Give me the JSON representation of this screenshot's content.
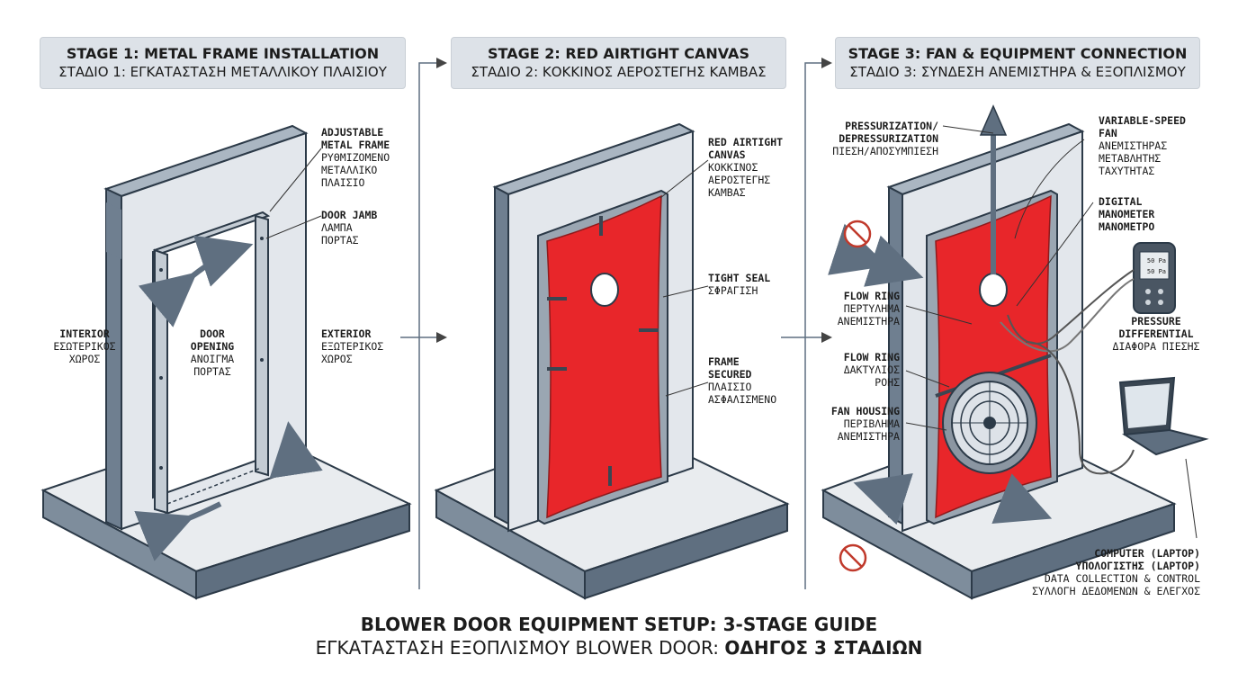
{
  "stages": [
    {
      "title_en": "STAGE 1: METAL FRAME INSTALLATION",
      "title_gr": "ΣΤΑΔΙΟ 1: ΕΓΚΑΤΑΣΤΑΣΗ ΜΕΤΑΛΛΙΚΟΥ ΠΛΑΙΣΙΟΥ"
    },
    {
      "title_en": "STAGE 2: RED AIRTIGHT CANVAS",
      "title_gr": "ΣΤΑΔΙΟ 2: ΚΟΚΚΙΝΟΣ ΑΕΡΟΣΤΕΓΗΣ ΚΑΜΒΑΣ"
    },
    {
      "title_en": "STAGE 3: FAN & EQUIPMENT CONNECTION",
      "title_gr": "ΣΤΑΔΙΟ 3: ΣΥΝΔΕΣΗ ΑΝΕΜΙΣΤΗΡΑ & ΕΞΟΠΛΙΣΜΟΥ"
    }
  ],
  "labels": {
    "frame": {
      "en": "ADJUSTABLE\nMETAL FRAME",
      "gr": "ΡΥΘΜΙΖΟΜΕΝΟ\nΜΕΤΑΛΛΙΚΟ\nΠΛΑΙΣΙΟ"
    },
    "jamb": {
      "en": "DOOR JAMB",
      "gr": "ΛΑΜΠΑ\nΠΟΡΤΑΣ"
    },
    "interior": {
      "en": "INTERIOR",
      "gr": "ΕΣΩΤΕΡΙΚΟΣ\nΧΩΡΟΣ"
    },
    "opening": {
      "en": "DOOR\nOPENING",
      "gr": "ΑΝΟΙΓΜΑ\nΠΟΡΤΑΣ"
    },
    "exterior": {
      "en": "EXTERIOR",
      "gr": "ΕΞΩΤΕΡΙΚΟΣ\nΧΩΡΟΣ"
    },
    "canvas": {
      "en": "RED AIRTIGHT\nCANVAS",
      "gr": "ΚΟΚΚΙΝΟΣ\nΑΕΡΟΣΤΕΓΗΣ\nΚΑΜΒΑΣ"
    },
    "seal": {
      "en": "TIGHT SEAL",
      "gr": "ΣΦΡΑΓΙΣΗ"
    },
    "secured": {
      "en": "FRAME\nSECURED",
      "gr": "ΠΛΑΙΣΙΟ\nΑΣΦΑΛΙΣΜΕΝΟ"
    },
    "pressurization": {
      "en": "PRESSURIZATION/\nDEPRESSURIZATION",
      "gr": "ΠΙΕΣΗ/ΑΠΟΣΥΜΠΙΕΣΗ"
    },
    "fan": {
      "en": "VARIABLE-SPEED\nFAN",
      "gr": "ΑΝΕΜΙΣΤΗΡΑΣ\nΜΕΤΑΒΛΗΤΗΣ\nΤΑΧΥΤΗΤΑΣ"
    },
    "manometer": {
      "en": "DIGITAL\nMANOMETER\nΜΑΝΟΜΕΤΡΟ",
      "gr": ""
    },
    "flowring1": {
      "en": "FLOW RING",
      "gr": "ΠΕΡΤΥΛΗΜΑ\nΑΝΕΜΙΣΤΗΡΑ"
    },
    "pressure": {
      "en": "PRESSURE\nDIFFERENTIAL",
      "gr": "ΔΙΑΦΟΡΑ ΠΙΕΣΗΣ"
    },
    "flowring2": {
      "en": "FLOW RING",
      "gr": "ΔΑΚΤΥΛΙΟΣ\nΡΟΗΣ"
    },
    "housing": {
      "en": "FAN HOUSING",
      "gr": "ΠΕΡΙΒΛΗΜΑ\nΑΝΕΜΙΣΤΗΡΑ"
    },
    "laptop": {
      "en": "COMPUTER (LAPTOP)\nΥΠΟΛΟΓΙΣΤΗΣ (LAPTOP)",
      "gr": "DATA COLLECTION & CONTROL\nΣΥΛΛΟΓΗ ΔΕΔΟΜΕΝΩΝ & ΕΛΕΓΧΟΣ"
    }
  },
  "manometer_readings": [
    "50 Pa",
    "50 Pa"
  ],
  "footer": {
    "title_en": "BLOWER DOOR EQUIPMENT SETUP: 3-STAGE GUIDE",
    "title_gr_a": "ΕΓΚΑΤΑΣΤΑΣΗ ΕΞΟΠΛΙΣΜΟΥ BLOWER DOOR: ",
    "title_gr_b": "ΟΔΗΓΟΣ 3 ΣΤΑΔΙΩΝ"
  },
  "colors": {
    "canvas_red": "#e8262a",
    "wall": "#e3e7ec",
    "wall_dark": "#5f6f80",
    "banner": "#dde2e8"
  }
}
